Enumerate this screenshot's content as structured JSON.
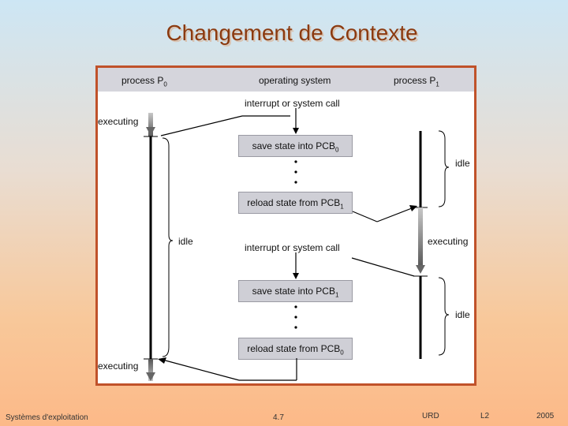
{
  "title": "Changement de Contexte",
  "header": {
    "process_p0": "process P",
    "p0_sub": "0",
    "os": "operating system",
    "process_p1": "process P",
    "p1_sub": "1"
  },
  "labels": {
    "executing_top": "executing",
    "executing_bottom": "executing",
    "executing_right": "executing",
    "idle_left": "idle",
    "idle_right_top": "idle",
    "idle_right_bottom": "idle",
    "interrupt_1": "interrupt or system call",
    "interrupt_2": "interrupt or system call"
  },
  "boxes": {
    "save_pcb0": "save state into PCB",
    "save_pcb0_sub": "0",
    "reload_pcb1": "reload state from PCB",
    "reload_pcb1_sub": "1",
    "save_pcb1": "save state into PCB",
    "save_pcb1_sub": "1",
    "reload_pcb0": "reload state from PCB",
    "reload_pcb0_sub": "0"
  },
  "footer": {
    "course": "Systèmes d'exploitation",
    "page": "4.7",
    "org": "URD",
    "level": "L2",
    "year": "2005"
  }
}
